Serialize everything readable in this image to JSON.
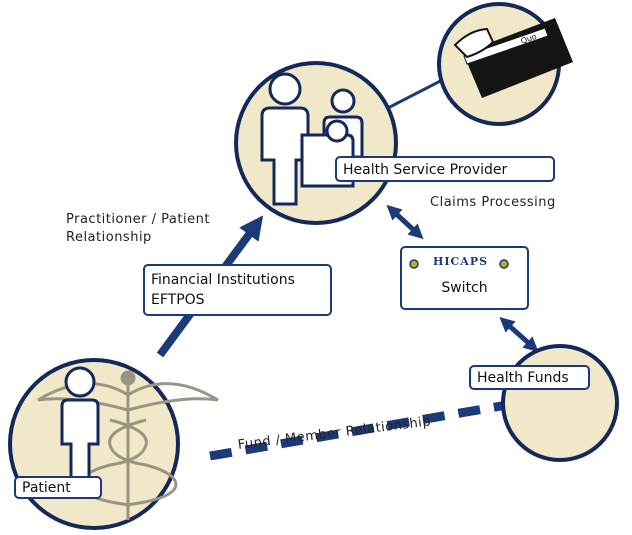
{
  "nodes": {
    "provider": "Health Service Provider",
    "financial_line1": "Financial Institutions",
    "financial_line2": "EFTPOS",
    "funds": "Health Funds",
    "patient": "Patient",
    "switch_logo": "HICAPS",
    "switch_label": "Switch"
  },
  "edges": {
    "relationship_line1": "Practitioner / Patient",
    "relationship_line2": "Relationship",
    "claims": "Claims Processing",
    "fund_member": "Fund / Member Relationship"
  },
  "card_text": "Quo",
  "colors": {
    "navy": "#1c3a78",
    "circle_fill": "#f1e8c9",
    "outline": "#14285a",
    "hicaps_dot": "#b8b020"
  }
}
